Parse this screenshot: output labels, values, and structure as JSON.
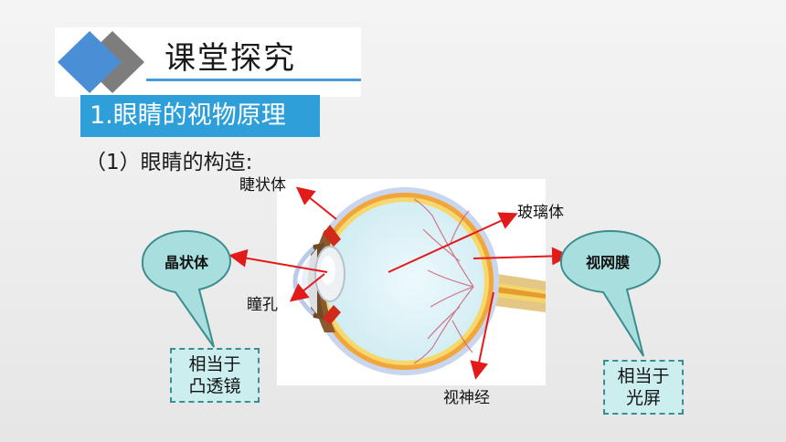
{
  "header": {
    "title": "课堂探究"
  },
  "section": {
    "label": "1.眼睛的视物原理"
  },
  "subsection": {
    "label": "（1）眼睛的构造:"
  },
  "eye_labels": {
    "ciliary_body": "睫状体",
    "vitreous": "玻璃体",
    "pupil": "瞳孔",
    "optic_nerve": "视神经"
  },
  "callouts": {
    "lens": {
      "title": "晶状体",
      "analogy_line1": "相当于",
      "analogy_line2": "凸透镜"
    },
    "retina": {
      "title": "视网膜",
      "analogy_line1": "相当于",
      "analogy_line2": "光屏"
    }
  },
  "colors": {
    "accent_blue": "#2e9fd8",
    "bubble_fill": "#a8dede",
    "bubble_stroke": "#3c8e8e",
    "arrow_red": "#e31a1a"
  }
}
